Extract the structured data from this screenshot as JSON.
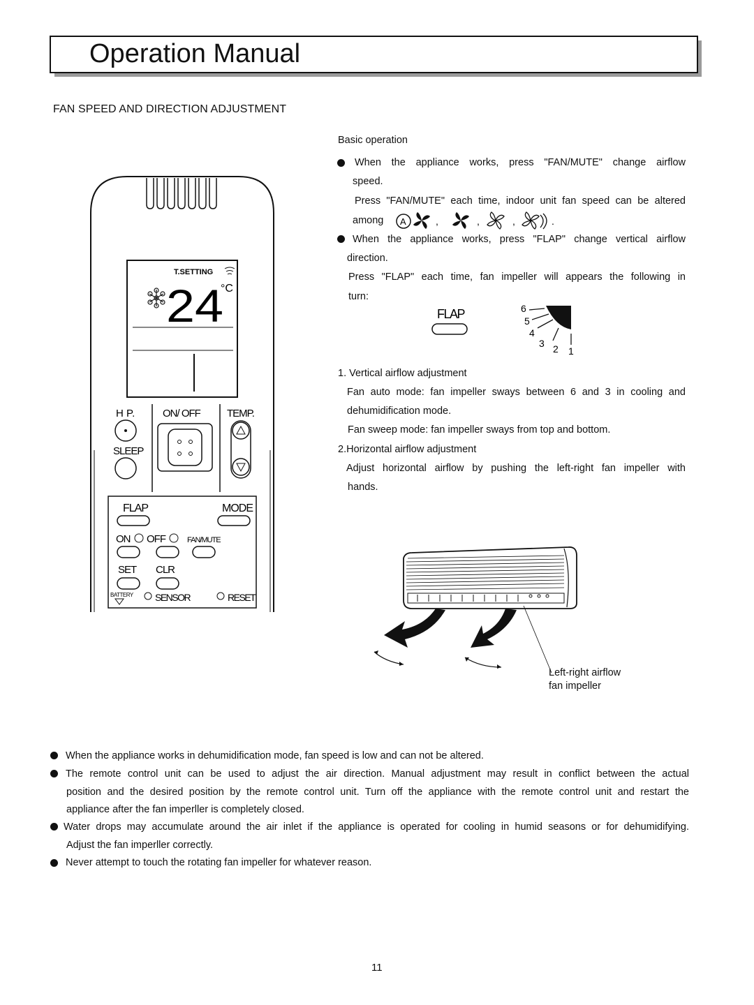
{
  "header": {
    "title": "Operation Manual"
  },
  "section": {
    "title": "FAN SPEED AND DIRECTION ADJUSTMENT"
  },
  "basic": {
    "heading": "Basic operation",
    "b1_line1": "When the appliance works, press \"FAN/MUTE\" change airflow",
    "b1_line2": "speed.",
    "b1_line3": "Press \"FAN/MUTE\" each time, indoor unit fan speed can be altered",
    "among": "among",
    "b2_line1": "When the appliance works, press \"FLAP\" change vertical airflow",
    "b2_line2": "direction.",
    "b2_line3": "Press \"FLAP\" each time, fan impeller will appears the following in",
    "b2_line4": "turn:"
  },
  "flap_diagram": {
    "label": "FLAP",
    "positions": [
      "6",
      "5",
      "4",
      "3",
      "2",
      "1"
    ]
  },
  "adjust": {
    "v_title": "1. Vertical airflow adjustment",
    "v_line1": "Fan auto mode: fan impeller sways between 6 and 3 in cooling and",
    "v_line2": "dehumidification mode.",
    "v_line3": "Fan sweep mode: fan impeller sways from top and bottom.",
    "h_title": "2.Horizontal airflow adjustment",
    "h_line1": "Adjust horizontal airflow by pushing the left-right fan impeller with",
    "h_line2": "hands."
  },
  "remote": {
    "setting_label": "T.SETTING",
    "temperature": "24",
    "unit": "°C",
    "hp": "H P.",
    "onoff": "ON/ OFF",
    "temp": "TEMP.",
    "sleep": "SLEEP",
    "flap": "FLAP",
    "mode": "MODE",
    "on_timer": "ON",
    "off_timer": "OFF",
    "fan_mute": "FAN/MUTE",
    "set": "SET",
    "clr": "CLR",
    "battery": "BATTERY",
    "sensor": "SENSOR",
    "reset": "RESET"
  },
  "indoor_unit": {
    "caption_line1": "Left-right airflow",
    "caption_line2": "fan impeller"
  },
  "notes": {
    "n1": "When the appliance works in dehumidification mode, fan speed is low and can not be altered.",
    "n2_line1": "The remote control unit can be used to adjust the air direction. Manual adjustment may result in conflict between the actual",
    "n2_line2": "position and the desired position by the remote control unit. Turn off the appliance with the remote control unit and restart the",
    "n2_line3": "appliance after the fan imperller is completely closed.",
    "n3_line1": "Water drops may accumulate around the air inlet if the appliance is operated for cooling in humid seasons or for dehumidifying.",
    "n3_line2": "Adjust the fan imperller correctly.",
    "n4": "Never attempt to touch the rotating fan impeller for whatever reason."
  },
  "page": {
    "number": "11"
  }
}
